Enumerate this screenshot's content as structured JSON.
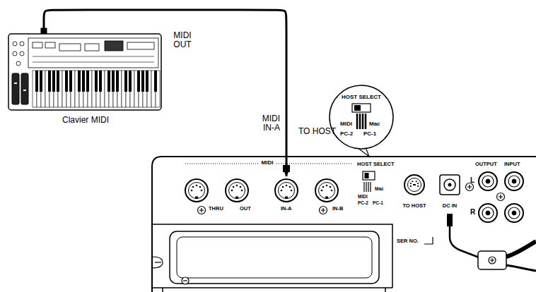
{
  "diagram": {
    "nodes": [
      {
        "text": [
          "Clavier MIDI"
        ]
      },
      {
        "text": [
          "THRU"
        ]
      },
      {
        "text": [
          "OUT"
        ]
      },
      {
        "text": [
          "IN-A"
        ]
      },
      {
        "text": [
          "IN-B"
        ]
      },
      {
        "text": [
          "TO HOST"
        ]
      },
      {
        "text": [
          "DC IN"
        ]
      }
    ],
    "edges": [
      {
        "from": 0,
        "to": 3,
        "arrow": "to"
      }
    ],
    "labels": [
      "MIDI OUT",
      "MIDI IN-A",
      "TO HOST",
      "HOST SELECT",
      "MIDI",
      "Mac",
      "PC-2",
      "PC-1",
      "MIDI",
      "HOST SELECT",
      "MIDI",
      "Mac",
      "PC-2",
      "PC-1",
      "OUTPUT",
      "INPUT",
      "L",
      "R",
      "SER NO."
    ]
  }
}
